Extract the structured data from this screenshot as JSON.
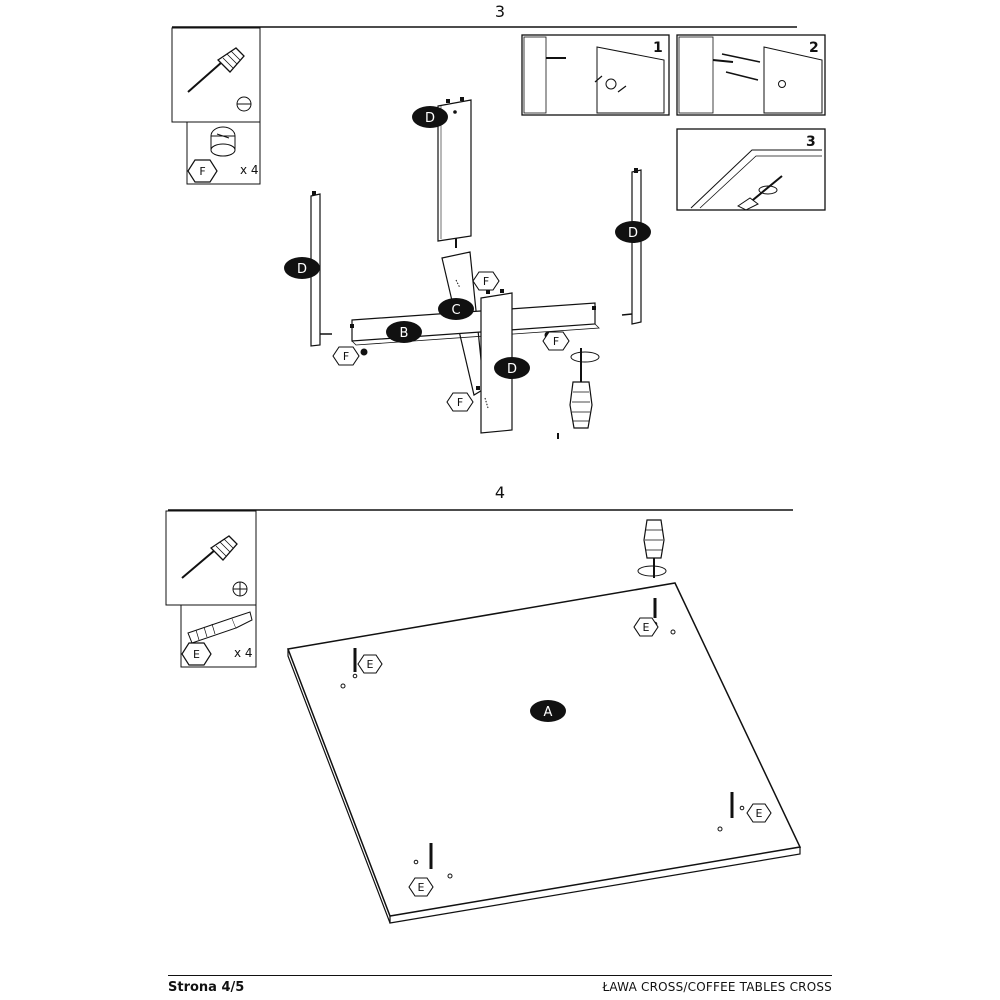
{
  "steps": [
    {
      "number": "3",
      "tool_qty": "x 4",
      "part_letter": "F"
    },
    {
      "number": "4",
      "tool_qty": "x 4",
      "part_letter": "E"
    }
  ],
  "step3": {
    "insets": [
      "1",
      "2",
      "3"
    ],
    "labels": {
      "D": "D",
      "C": "C",
      "B": "B",
      "F": "F"
    }
  },
  "step4": {
    "labels": {
      "A": "A",
      "E": "E"
    }
  },
  "footer": {
    "page": "Strona 4/5",
    "product": "ŁAWA CROSS/COFFEE TABLES CROSS"
  }
}
